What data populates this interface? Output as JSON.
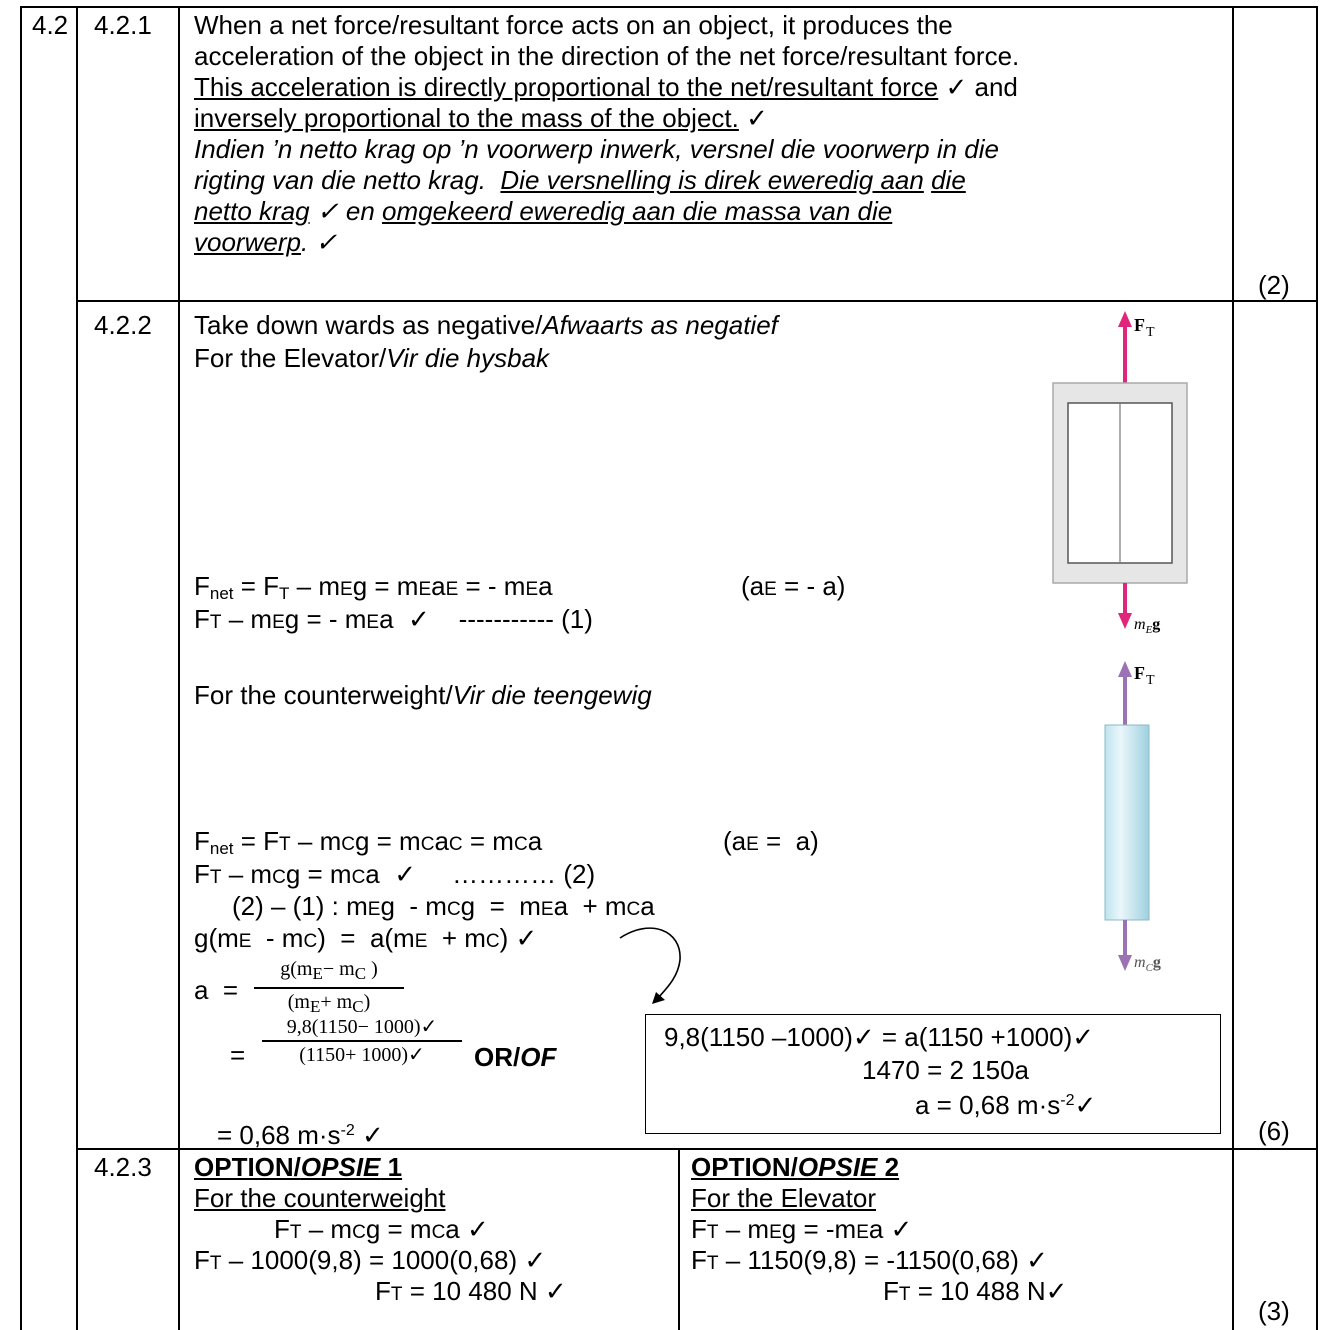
{
  "q": {
    "num": "4.2",
    "s1": {
      "num": "4.2.1",
      "l1": "When a net force/resultant force acts on an object, it produces the",
      "l2": "acceleration of the object in the direction of the net force/resultant force.",
      "l3": "This acceleration is directly proportional to the net/resultant force",
      "l3b": " ✓ and",
      "l4": "inversely proportional to the mass of the object.",
      "l4b": " ✓",
      "a1": "Indien ’n netto krag op ’n voorwerp inwerk, versnel die voorwerp in die",
      "a2a": "rigting van die netto krag.  ",
      "a2b": "Die versnelling is direk eweredig aan",
      "a2c": " ",
      "a2d": "die",
      "a3a": "netto krag",
      "a3b": " ✓ en ",
      "a3c": "omgekeerd eweredig aan die massa van die",
      "a4a": "voorwerp",
      "a4b": ". ✓",
      "marks": "(2)"
    },
    "s2": {
      "num": "4.2.2",
      "l1a": "Take down wards as negative/",
      "l1b": "Afwaarts as negatief",
      "l2a": "For the Elevator/",
      "l2b": "Vir die hysbak",
      "cw_a": "For the counterweight/",
      "cw_b": "Vir die teengewig",
      "marks": "(6)",
      "or": "OR/",
      "or_i": "OF",
      "box1": "9,8(1150 –1000)✓ = a(1150 +1000)✓",
      "box2": "1470 =   2 150a",
      "box3": "a  = 0,68 m·s",
      "box3sup": "-2",
      "box3end": "✓",
      "frac_num": "9,8(1150− 1000)✓",
      "frac_den": "(1150+ 1000)✓",
      "res": "= 0,68 m·s",
      "res_sup": "-2",
      "res_end": " ✓",
      "diag_ft": "F",
      "diag_t": "T",
      "diag_meg": "m",
      "diag_mcg": "m"
    },
    "s3": {
      "num": "4.2.3",
      "o1_a": "OPTION/",
      "o1_b": "OPSIE",
      "o1_c": " 1",
      "o1_sub": "For the counterweight",
      "o1_l3": "1000(9,8) = 1000(0,68) ✓",
      "o1_l4": " = 10 480 N ✓",
      "o2_a": "OPTION/",
      "o2_b": "OPSIE",
      "o2_c": " 2",
      "o2_sub": "For the Elevator",
      "o2_l3": "1150(9,8) = -1150(0,68) ✓",
      "o2_l4": " = 10 488 N✓",
      "marks": "(3)"
    }
  }
}
